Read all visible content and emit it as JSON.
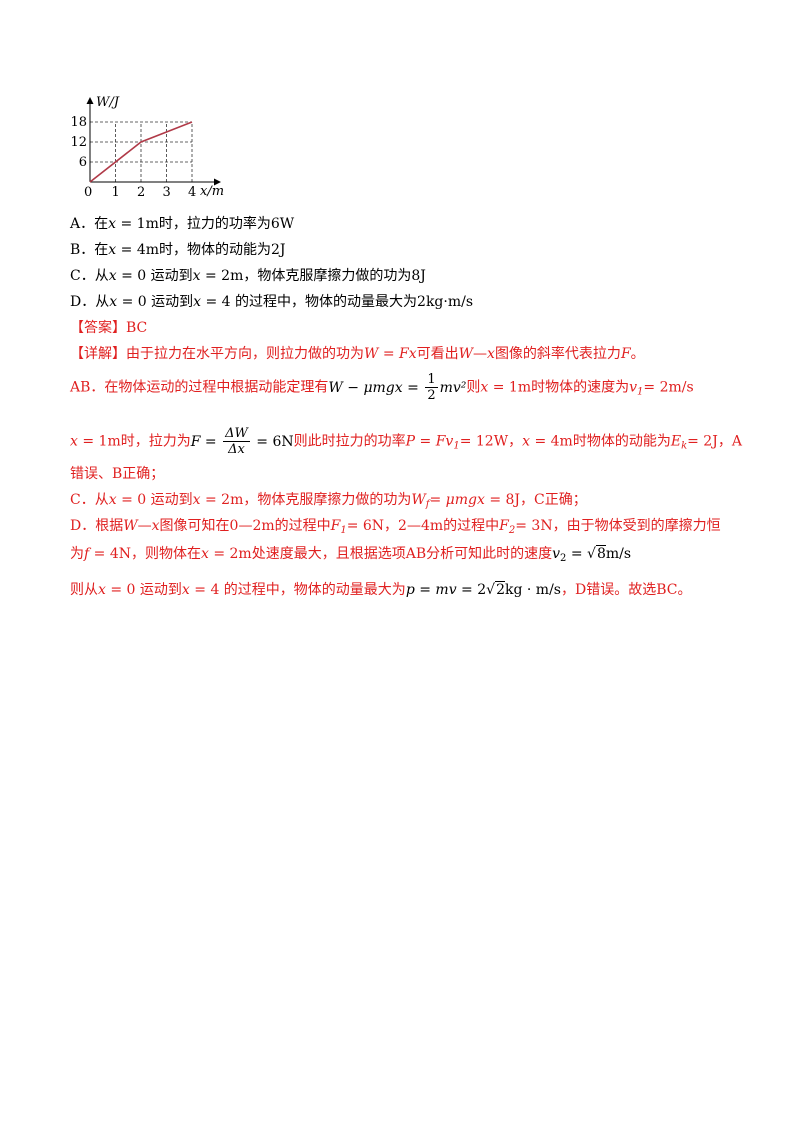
{
  "chart_data": {
    "type": "line",
    "ylabel": "W/J",
    "xlabel": "x/m",
    "x_ticks": [
      "0",
      "1",
      "2",
      "3",
      "4"
    ],
    "y_ticks": [
      "6",
      "12",
      "18"
    ],
    "xlim": [
      0,
      4
    ],
    "ylim": [
      0,
      18
    ],
    "grid": "dashed",
    "series": [
      {
        "x": [
          0,
          2,
          4
        ],
        "y": [
          0,
          12,
          18
        ],
        "color": "#b03a48"
      }
    ]
  },
  "options": {
    "a": {
      "prefix": "A．在",
      "x": "x",
      "eq": " = 1m时，拉力的功率为6W"
    },
    "b": {
      "prefix": "B．在",
      "x": "x",
      "eq": " = 4m时，物体的动能为2J"
    },
    "c": {
      "prefix": "C．从",
      "x1": "x",
      "mid1": " = 0 运动到",
      "x2": "x",
      "tail": " = 2m，物体克服摩擦力做的功为8J"
    },
    "d": {
      "prefix": "D．从",
      "x1": "x",
      "mid1": " = 0 运动到",
      "x2": "x",
      "tail": " = 4 的过程中，物体的动量最大为2kg·m/s"
    }
  },
  "answer": {
    "label": "【答案】BC"
  },
  "detail": {
    "l1": {
      "head": "【详解】由于拉力在水平方向，则拉力做的功为",
      "w": "W",
      "eq": " = ",
      "fx": "Fx",
      "mid": "可看出",
      "w2": "W",
      "dash": "—",
      "x": "x",
      "tail": "图像的斜率代表拉力",
      "f": "F",
      "end": "。"
    },
    "l2": {
      "head": "AB．在物体运动的过程中根据动能定理有",
      "mathW": "W",
      "mathMinus": " − ",
      "mathMu": "μmgx",
      "mathEq": " = ",
      "fracNum": "1",
      "fracDen": "2",
      "mathMv": "mv²",
      "mid": "则",
      "x": "x",
      "mid2": " = 1m时物体的速度为",
      "v": "v",
      "vsub": "1",
      "tail": "= 2m/s"
    },
    "l3": {
      "x": "x",
      "head": " = 1m时，拉力为",
      "mathF": "F",
      "mathEq": " = ",
      "fracNum": "ΔW",
      "fracDen": "Δx",
      "mathRes": " = 6N",
      "mid": "则此时拉力的功率",
      "p": "P",
      "eq": " = ",
      "fv": "Fv",
      "fvsub": "1",
      "mid2": "= 12W，",
      "x2": "x",
      "mid3": " = 4m时物体的动能为",
      "ek": "E",
      "eksub": "k",
      "tail": "= 2J，A"
    },
    "l4": {
      "text": "错误、B正确；"
    },
    "l5": {
      "head": "C．从",
      "x1": "x",
      "mid1": " = 0 运动到",
      "x2": "x",
      "mid2": " = 2m，物体克服摩擦力做的功为",
      "wf": "W",
      "wfsub": "f",
      "eq": "= ",
      "mu": "μmgx",
      "tail": " = 8J，C正确；"
    },
    "l6": {
      "head": "D．根据",
      "w": "W",
      "dash": "—",
      "x": "x",
      "mid": "图像可知在0—2m的过程中",
      "f1": "F",
      "f1sub": "1",
      "mid2": "= 6N，2—4m的过程中",
      "f2": "F",
      "f2sub": "2",
      "tail": "= 3N，由于物体受到的摩擦力恒"
    },
    "l7": {
      "head": "为",
      "f": "f",
      "mid": " = 4N，则物体在",
      "x": "x",
      "mid2": " = 2m处速度最大，且根据选项AB分析可知此时的速度",
      "mathV": "v",
      "mathVsub": "2",
      "mathEq": " = ",
      "mathRoot": "8",
      "mathUnit": "m/s"
    },
    "l8": {
      "head": "则从",
      "x1": "x",
      "mid1": " = 0 运动到",
      "x2": "x",
      "mid2": " = 4 的过程中，物体的动量最大为",
      "mathP": "p",
      "mathEq": " = ",
      "mathMv": "mv",
      "mathEq2": " = 2",
      "mathRoot": "2",
      "mathUnit": "kg · m/s",
      "tail": "，D错误。故选BC。"
    }
  }
}
